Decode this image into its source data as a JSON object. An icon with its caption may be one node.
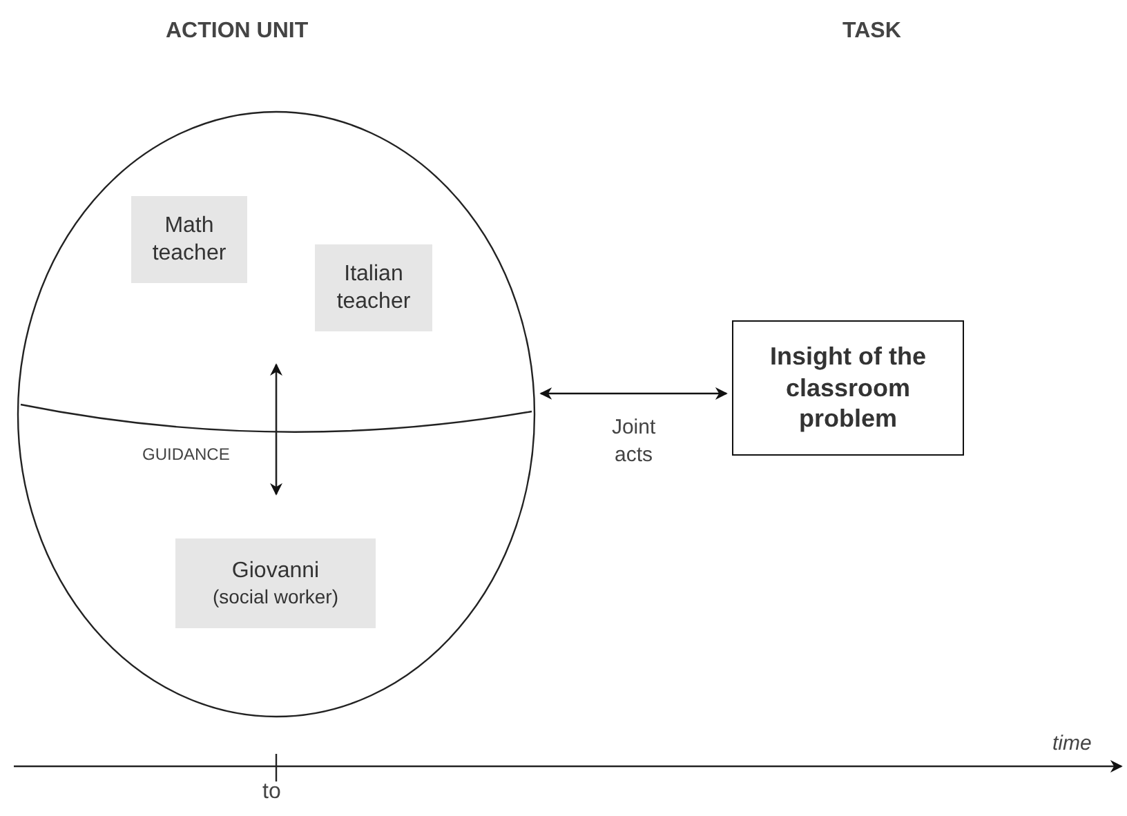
{
  "diagram": {
    "nodes": [
      {
        "text": [],
        "shape": "circle"
      },
      {
        "text": [
          "Math teacher"
        ],
        "in": 0
      },
      {
        "text": [
          "Italian teacher"
        ],
        "in": 0
      },
      {
        "text": [
          "Giovanni",
          "(social worker)"
        ],
        "in": 0
      },
      {
        "text": [
          "Insight of the classroom problem"
        ]
      }
    ],
    "edges": [
      {
        "from": 0,
        "to": 4,
        "arrow": "both",
        "label": "Joint acts"
      }
    ],
    "labels": [
      "ACTION UNIT",
      "TASK",
      "GUIDANCE",
      "time",
      "to"
    ]
  }
}
